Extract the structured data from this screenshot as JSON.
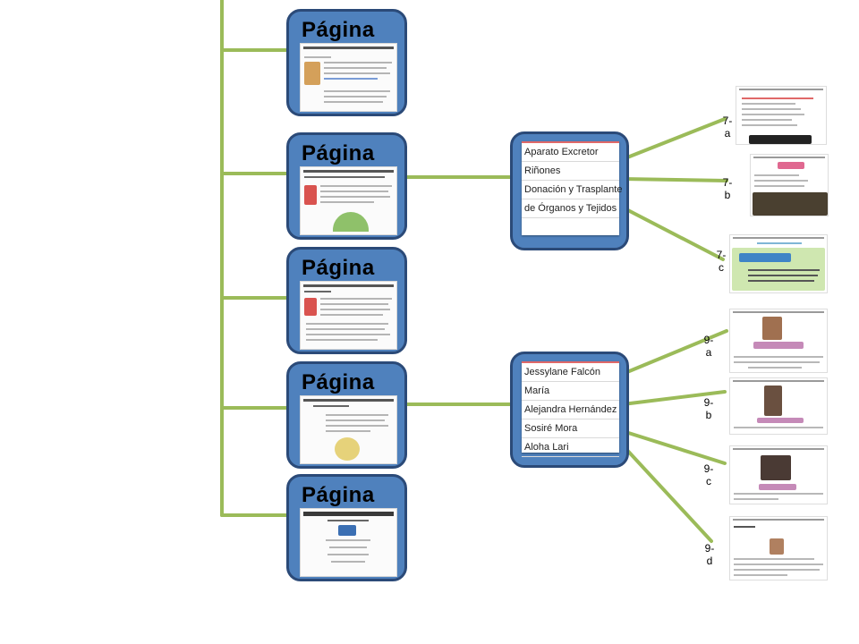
{
  "pages": [
    {
      "title": "Página"
    },
    {
      "title": "Página"
    },
    {
      "title": "Página"
    },
    {
      "title": "Página"
    },
    {
      "title": "Página"
    }
  ],
  "list_excretor": {
    "items": [
      "Aparato Excretor",
      "Riñones",
      "Donación y Trasplante",
      "de Órganos y Tejidos"
    ]
  },
  "list_autoras": {
    "items": [
      "Jessylane Falcón",
      "María",
      "Alejandra Hernández",
      "Sosiré Mora",
      "Aloha Lari"
    ]
  },
  "labels": {
    "7a": [
      "7-",
      "a"
    ],
    "7b": [
      "7-",
      "b"
    ],
    "7c": [
      "7-",
      "c"
    ],
    "9a": [
      "9-",
      "a"
    ],
    "9b": [
      "9-",
      "b"
    ],
    "9c": [
      "9-",
      "c"
    ],
    "9d": [
      "9-",
      "d"
    ]
  },
  "colors": {
    "connector": "#9bbb59",
    "node_fill": "#4f81bd",
    "node_border": "#2b4a78"
  }
}
